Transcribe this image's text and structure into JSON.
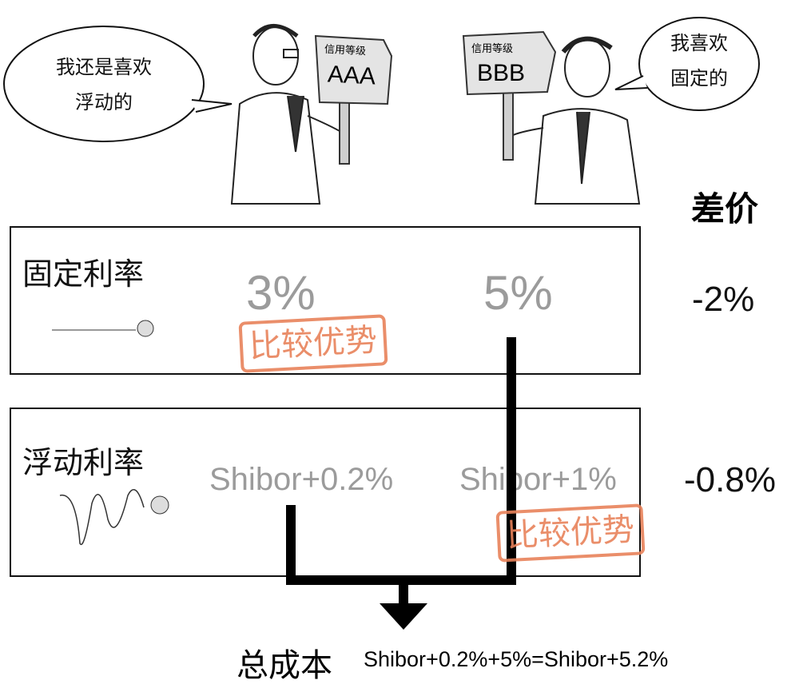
{
  "bubbles": {
    "left": [
      "我还是喜欢",
      "浮动的"
    ],
    "right": [
      "我喜欢",
      "固定的"
    ]
  },
  "signs": {
    "left": {
      "title": "信用等级",
      "rating": "AAA"
    },
    "right": {
      "title": "信用等级",
      "rating": "BBB"
    }
  },
  "diff_header": "差价",
  "rows": [
    {
      "label": "固定利率",
      "aaa": "3%",
      "bbb": "5%",
      "diff": "-2%"
    },
    {
      "label": "浮动利率",
      "aaa": "Shibor+0.2%",
      "bbb": "Shibor+1%",
      "diff": "-0.8%"
    }
  ],
  "stamp_text": "比较优势",
  "total": {
    "label": "总成本",
    "formula": "Shibor+0.2%+5%=Shibor+5.2%"
  },
  "colors": {
    "stamp": "#e8825a",
    "rate_text": "#9b9b9b"
  }
}
